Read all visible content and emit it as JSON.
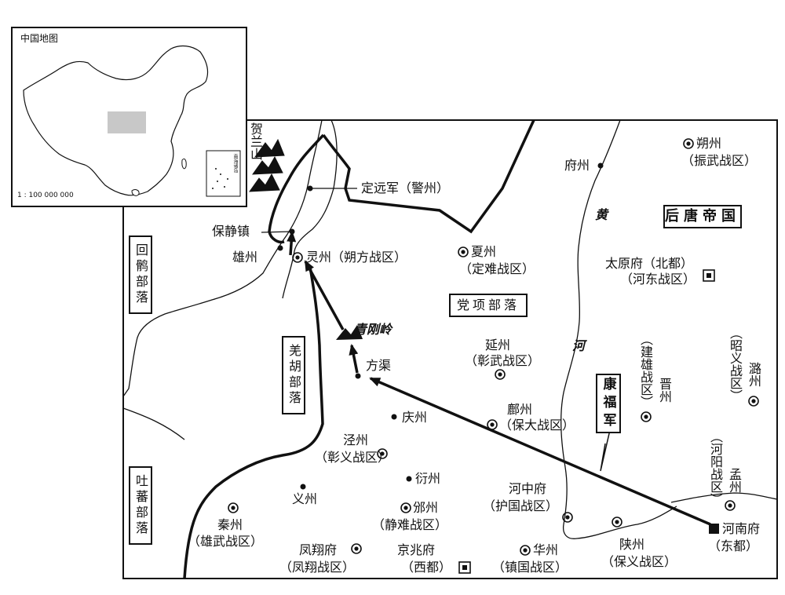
{
  "inset": {
    "title": "中国地图",
    "scale": "1 : 100 000 000",
    "sea_label": "南海诸岛"
  },
  "mountain": {
    "chars": "贺兰山"
  },
  "river": {
    "char_1": "黄",
    "char_2": "河"
  },
  "empire": {
    "label": "后唐帝国"
  },
  "tribes": {
    "huihe": "回鹘部落",
    "qianghu": "羌胡部落",
    "tubo": "吐蕃部落",
    "dangxiang": "党项部落"
  },
  "army": {
    "label": "康福军"
  },
  "pass": {
    "label": "青刚岭"
  },
  "places": {
    "dingyuanjun": "定远军（警州）",
    "baojingzhen": "保静镇",
    "xiongzhou": "雄州",
    "lingzhou": "灵州（朔方战区）",
    "xiazhou_1": "夏州",
    "xiazhou_2": "（定难战区）",
    "fuzhou": "府州",
    "shuozhou_1": "朔州",
    "shuozhou_2": "（振武战区）",
    "taiyuan_1": "太原府（北都）",
    "taiyuan_2": "（河东战区）",
    "fangqu": "方渠",
    "yanzhou_1": "延州",
    "yanzhou_2": "（彰武战区）",
    "jinzhou_v": "晋州",
    "jianxiong_v": "（建雄战区）",
    "luzhou_v": "潞州",
    "zhaoyi_v": "（昭义战区）",
    "qingzhou": "庆州",
    "fuzhou2_1": "鄜州",
    "fuzhou2_2": "（保大战区）",
    "jingzhou_1": "泾州",
    "jingzhou_2": "（彰义战区）",
    "ningzhou": "衍州",
    "yizhou": "义州",
    "binzhou_1": "邠州",
    "binzhou_2": "（静难战区）",
    "hezhong_1": "河中府",
    "hezhong_2": "（护国战区）",
    "mengzhou_v": "孟州",
    "heyang_v": "（河阳战区）",
    "qinzhou_1": "秦州",
    "qinzhou_2": "（雄武战区）",
    "fengxiang_1": "凤翔府",
    "fengxiang_2": "（凤翔战区）",
    "jingzhao_1": "京兆府",
    "jingzhao_2": "（西都）",
    "huazhou_1": "华州",
    "huazhou_2": "（镇国战区）",
    "shanzhou_1": "陕州",
    "shanzhou_2": "（保义战区）",
    "henan_1": "河南府",
    "henan_2": "（东都）"
  },
  "colors": {
    "ink": "#111111",
    "inset_highlight": "#c8c8c8"
  }
}
